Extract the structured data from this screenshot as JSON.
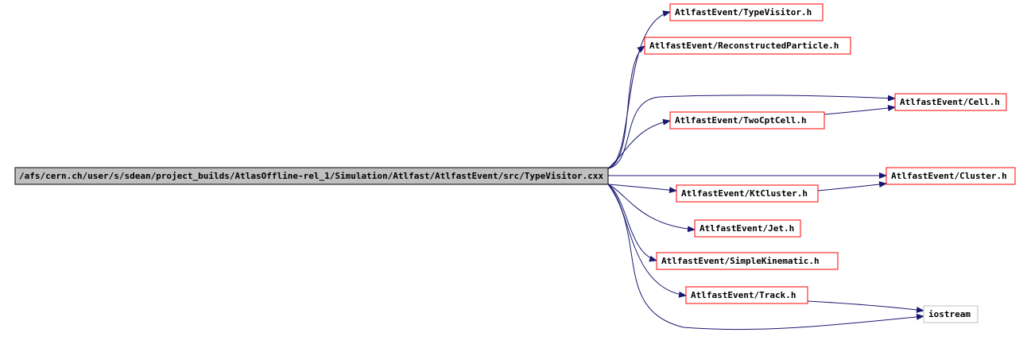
{
  "colors": {
    "edge": "#191970",
    "root_fill": "#bfbfbf",
    "root_border": "#000000",
    "linked_border": "#ff0000",
    "plain_border": "#bfbfbf"
  },
  "root": {
    "label": "/afs/cern.ch/user/s/sdean/project_builds/AtlasOffline-rel_1/Simulation/Atlfast/AtlfastEvent/src/TypeVisitor.cxx"
  },
  "includes": [
    {
      "id": "typevisitor",
      "label": "AtlfastEvent/TypeVisitor.h",
      "kind": "linked"
    },
    {
      "id": "reconstructedparticle",
      "label": "AtlfastEvent/ReconstructedParticle.h",
      "kind": "linked"
    },
    {
      "id": "cell",
      "label": "AtlfastEvent/Cell.h",
      "kind": "linked"
    },
    {
      "id": "twocptcell",
      "label": "AtlfastEvent/TwoCptCell.h",
      "kind": "linked"
    },
    {
      "id": "cluster",
      "label": "AtlfastEvent/Cluster.h",
      "kind": "linked"
    },
    {
      "id": "ktcluster",
      "label": "AtlfastEvent/KtCluster.h",
      "kind": "linked"
    },
    {
      "id": "jet",
      "label": "AtlfastEvent/Jet.h",
      "kind": "linked"
    },
    {
      "id": "simplekinematic",
      "label": "AtlfastEvent/SimpleKinematic.h",
      "kind": "linked"
    },
    {
      "id": "track",
      "label": "AtlfastEvent/Track.h",
      "kind": "linked"
    },
    {
      "id": "iostream",
      "label": "iostream",
      "kind": "plain"
    }
  ],
  "edges": [
    {
      "from": "root",
      "to": "typevisitor"
    },
    {
      "from": "root",
      "to": "reconstructedparticle"
    },
    {
      "from": "root",
      "to": "cell"
    },
    {
      "from": "root",
      "to": "twocptcell"
    },
    {
      "from": "twocptcell",
      "to": "cell"
    },
    {
      "from": "root",
      "to": "cluster"
    },
    {
      "from": "root",
      "to": "ktcluster"
    },
    {
      "from": "ktcluster",
      "to": "cluster"
    },
    {
      "from": "root",
      "to": "jet"
    },
    {
      "from": "root",
      "to": "simplekinematic"
    },
    {
      "from": "root",
      "to": "track"
    },
    {
      "from": "track",
      "to": "iostream"
    },
    {
      "from": "root",
      "to": "iostream"
    }
  ]
}
